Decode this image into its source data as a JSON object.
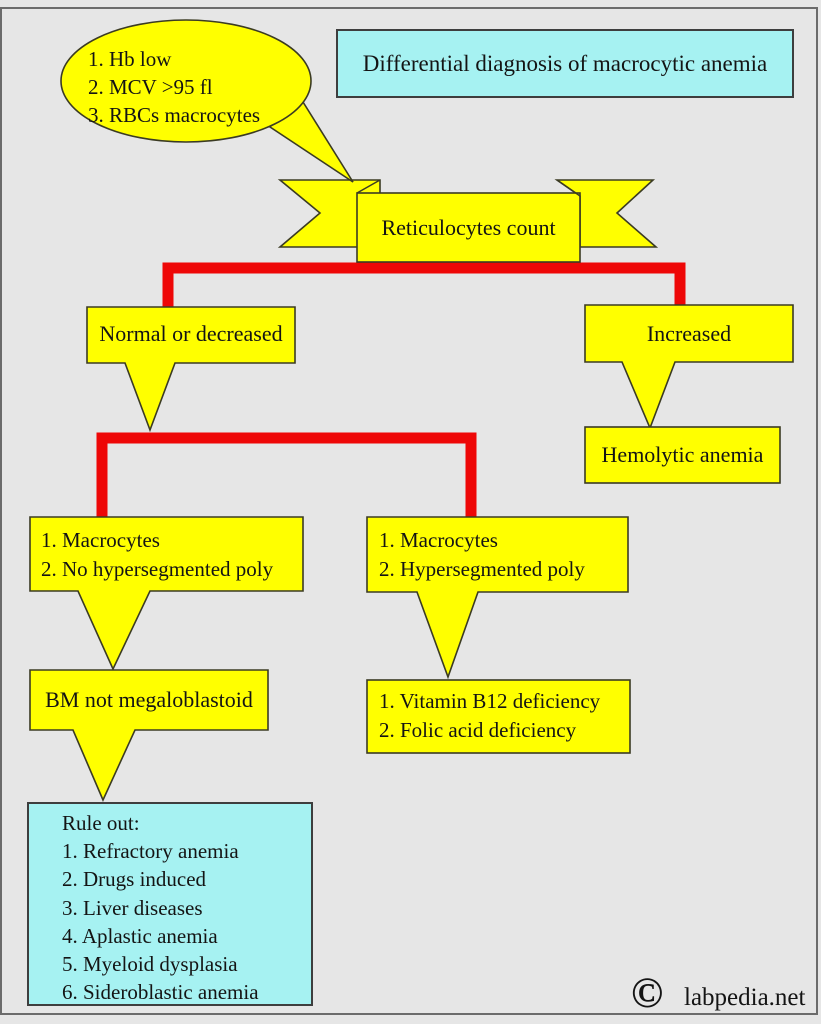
{
  "page": {
    "colors": {
      "yellow": "#ffff00",
      "cyan": "#a6f2f2",
      "red": "#ee0707",
      "outline": "#3b3b23",
      "background": "#e6e6e6"
    }
  },
  "title_box": {
    "label": "Differential diagnosis of macrocytic anemia"
  },
  "findings_bubble": {
    "text": "1. Hb low\n2. MCV >95 fl\n3. RBCs macrocytes"
  },
  "ribbon": {
    "label": "Reticulocytes count"
  },
  "branches": {
    "normal_or_decreased": {
      "label": "Normal or decreased"
    },
    "increased": {
      "label": "Increased"
    },
    "hemolytic_anemia": {
      "label": "Hemolytic anemia"
    },
    "macrocytes_no_hyperseg": {
      "text": "1. Macrocytes\n2. No hypersegmented poly"
    },
    "macrocytes_hyperseg": {
      "text": "1. Macrocytes\n2. Hypersegmented poly"
    },
    "bm_not_megaloblastoid": {
      "label": "BM not megaloblastoid"
    },
    "deficiencies": {
      "text": "1. Vitamin B12 deficiency\n2. Folic acid deficiency"
    },
    "rule_out": {
      "text": "Rule out:\n1. Refractory anemia\n2. Drugs induced\n3. Liver diseases\n4. Aplastic anemia\n5. Myeloid dysplasia\n6. Sideroblastic anemia"
    }
  },
  "footer": {
    "copyright_symbol": "©",
    "site": "labpedia.net"
  }
}
